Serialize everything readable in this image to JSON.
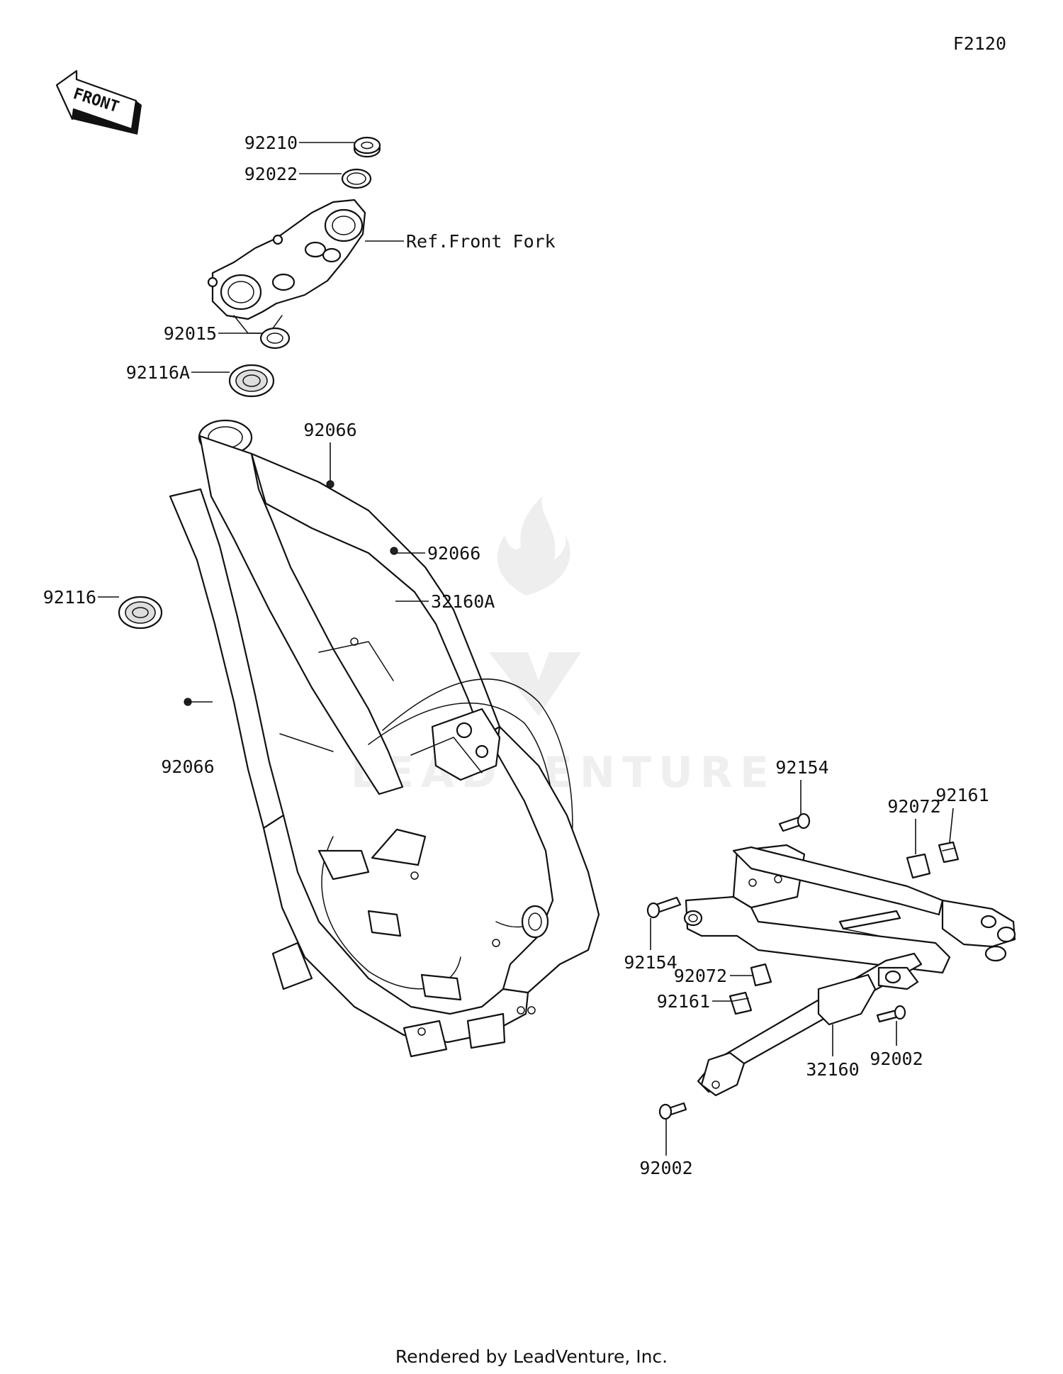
{
  "diagram_code": "F2120",
  "front_arrow_label": "FRONT",
  "watermark_text": "LEADVENTURE",
  "footer": "Rendered by LeadVenture, Inc.",
  "reference_label": "Ref.Front Fork",
  "parts": {
    "nut_top": "92210",
    "washer_top": "92022",
    "nut_lower": "92015",
    "bearing_upper": "92116A",
    "bearing_lower": "92116",
    "nut_frame_top": "92066",
    "nut_frame_mid": "92066",
    "nut_frame_left": "92066",
    "frame": "32160A",
    "bolt_subframe_top": "92154",
    "bolt_subframe_left": "92154",
    "cap_right": "92072",
    "damper_right": "92161",
    "cap_lower": "92072",
    "damper_lower": "92161",
    "subframe": "32160",
    "bolt_subframe_right": "92002",
    "bolt_subframe_bottom": "92002"
  }
}
